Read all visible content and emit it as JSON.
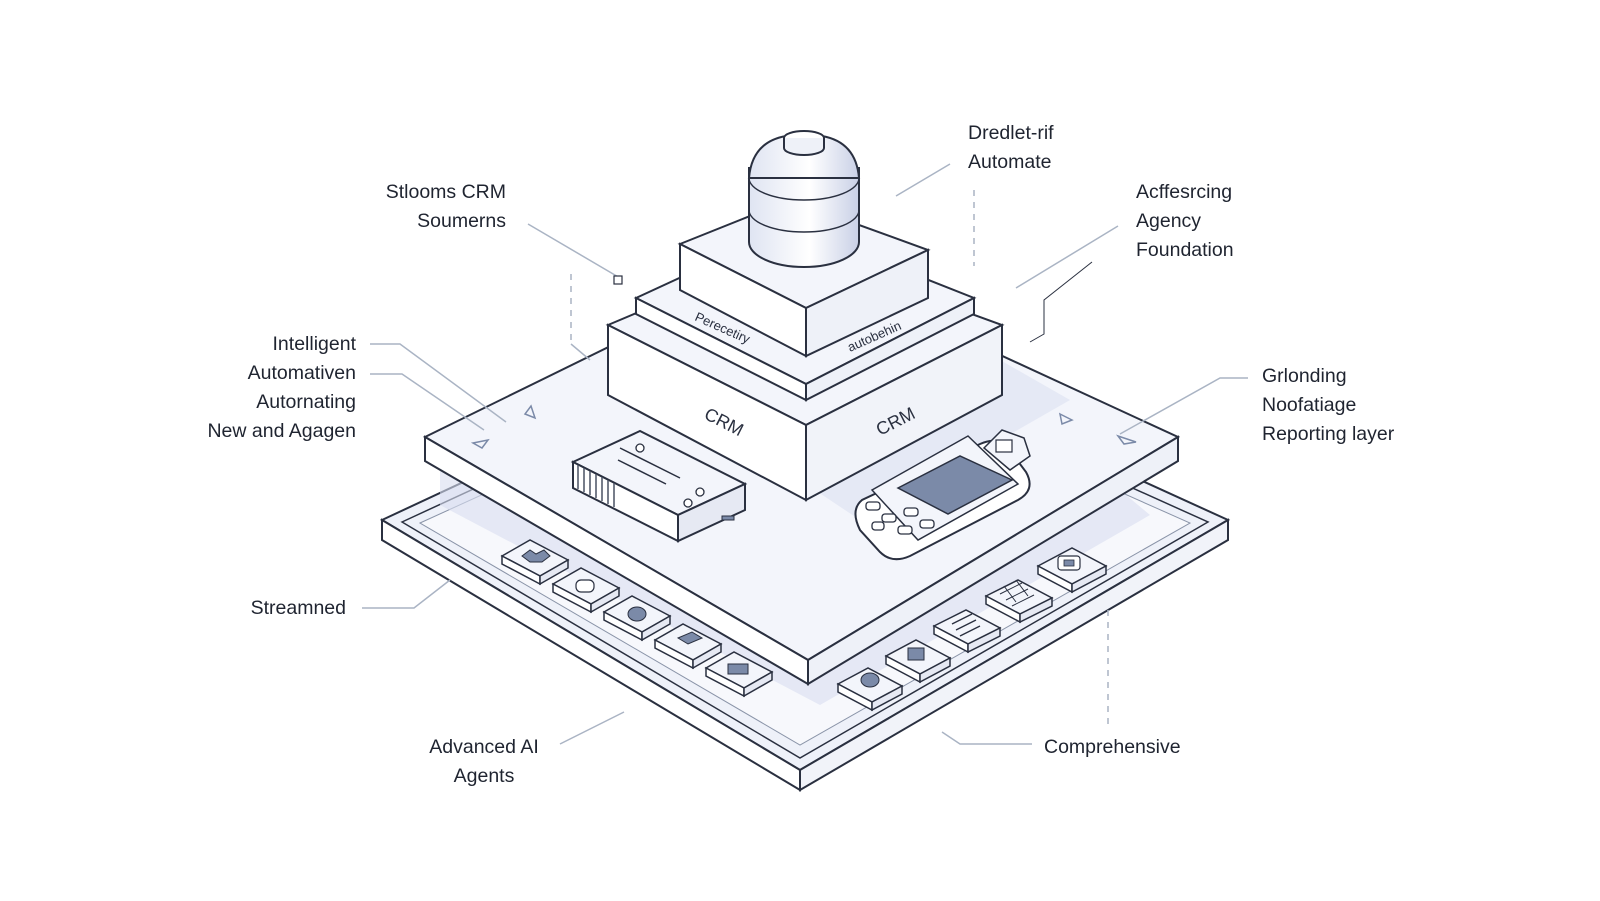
{
  "labels": {
    "top_center": [
      "Dredlet-rif",
      "Automate"
    ],
    "top_left": [
      "Stlooms CRM",
      "Soumerns"
    ],
    "right_upper": [
      "Acffesrcing",
      "Agency",
      "Foundation"
    ],
    "left_middle": [
      "Intelligent",
      "Automativen",
      "Autornating",
      "New and Agagen"
    ],
    "right_middle": [
      "Grlonding",
      "Noofatiage",
      "Reporting layer"
    ],
    "left_lower": [
      "Streamned"
    ],
    "bottom_left": [
      "Advanced AI",
      "Agents"
    ],
    "bottom_right": [
      "Comprehensive"
    ]
  },
  "layers": {
    "upper_left_text": "Perecetiry",
    "upper_right_text": "autobehin",
    "middle_left_text": "CRM",
    "middle_right_text": "CRM"
  },
  "colors": {
    "stroke": "#2a3040",
    "face_top": "#f3f5fb",
    "face_side": "#ffffff",
    "accent": "#7b8aa8",
    "shadow": "#d9def0",
    "leader": "#aab4c4"
  }
}
